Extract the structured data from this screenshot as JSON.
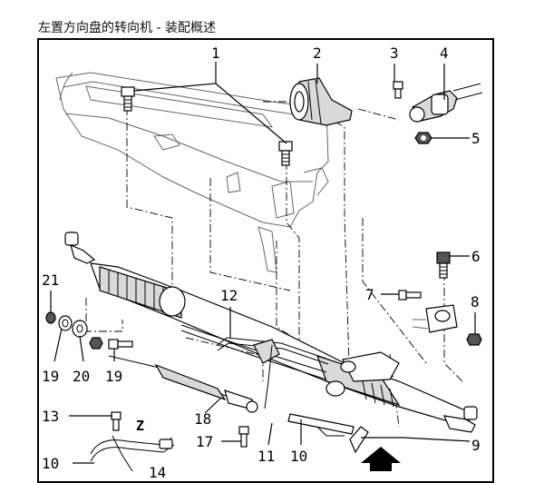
{
  "title": "左置方向盘的转向机 - 装配概述",
  "callouts": {
    "c1": "1",
    "c2": "2",
    "c3": "3",
    "c4": "4",
    "c5": "5",
    "c6": "6",
    "c7": "7",
    "c8": "8",
    "c9": "9",
    "c10a": "10",
    "c10b": "10",
    "c11": "11",
    "c12": "12",
    "c13": "13",
    "c14": "14",
    "c17": "17",
    "c18": "18",
    "c19a": "19",
    "c19b": "19",
    "c20": "20",
    "c21": "21",
    "z": "Z"
  }
}
